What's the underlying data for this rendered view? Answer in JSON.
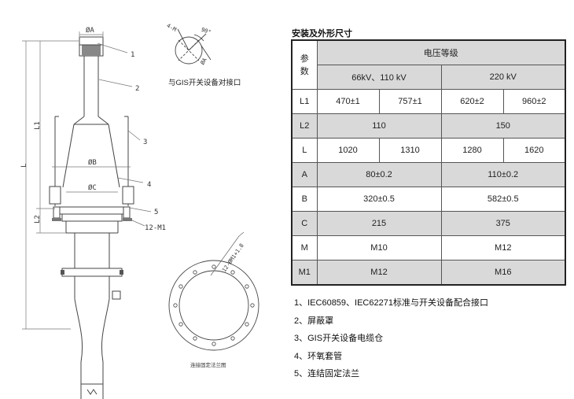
{
  "drawing": {
    "callouts": [
      "1",
      "2",
      "3",
      "4",
      "5"
    ],
    "callout_12m1": "12-M1",
    "dim_phi_a_top": "ØA",
    "dim_l1": "L1",
    "dim_l": "L",
    "dim_l2": "L2",
    "dim_phi_b": "ØB",
    "dim_phi_c": "ØC",
    "detail_angle_label": "4-M",
    "detail_angle_value": "90°",
    "detail_phi_a": "ØA",
    "gis_interface_caption": "与GIS开关设备对接口",
    "flange_hole_label": "12-ØM1+1.8",
    "flange_caption": "连接固定法兰图"
  },
  "spec_table": {
    "title": "安装及外形尺寸",
    "param_header": "参\n数",
    "voltage_header": "电压等级",
    "voltage_levels": [
      "66kV、110 kV",
      "220 kV"
    ],
    "rows": [
      {
        "param": "L1",
        "cells": [
          "470±1",
          "757±1",
          "620±2",
          "960±2"
        ]
      },
      {
        "param": "L2",
        "cells": [
          "110",
          "150"
        ]
      },
      {
        "param": "L",
        "cells": [
          "1020",
          "1310",
          "1280",
          "1620"
        ]
      },
      {
        "param": "A",
        "cells": [
          "80±0.2",
          "110±0.2"
        ]
      },
      {
        "param": "B",
        "cells": [
          "320±0.5",
          "582±0.5"
        ]
      },
      {
        "param": "C",
        "cells": [
          "215",
          "375"
        ]
      },
      {
        "param": "M",
        "cells": [
          "M10",
          "M12"
        ]
      },
      {
        "param": "M1",
        "cells": [
          "M12",
          "M16"
        ]
      }
    ]
  },
  "notes": [
    "1、IEC60859、IEC62271标准与开关设备配合接口",
    "2、屏蔽罩",
    "3、GIS开关设备电缆仓",
    "4、环氧套管",
    "5、连结固定法兰"
  ]
}
